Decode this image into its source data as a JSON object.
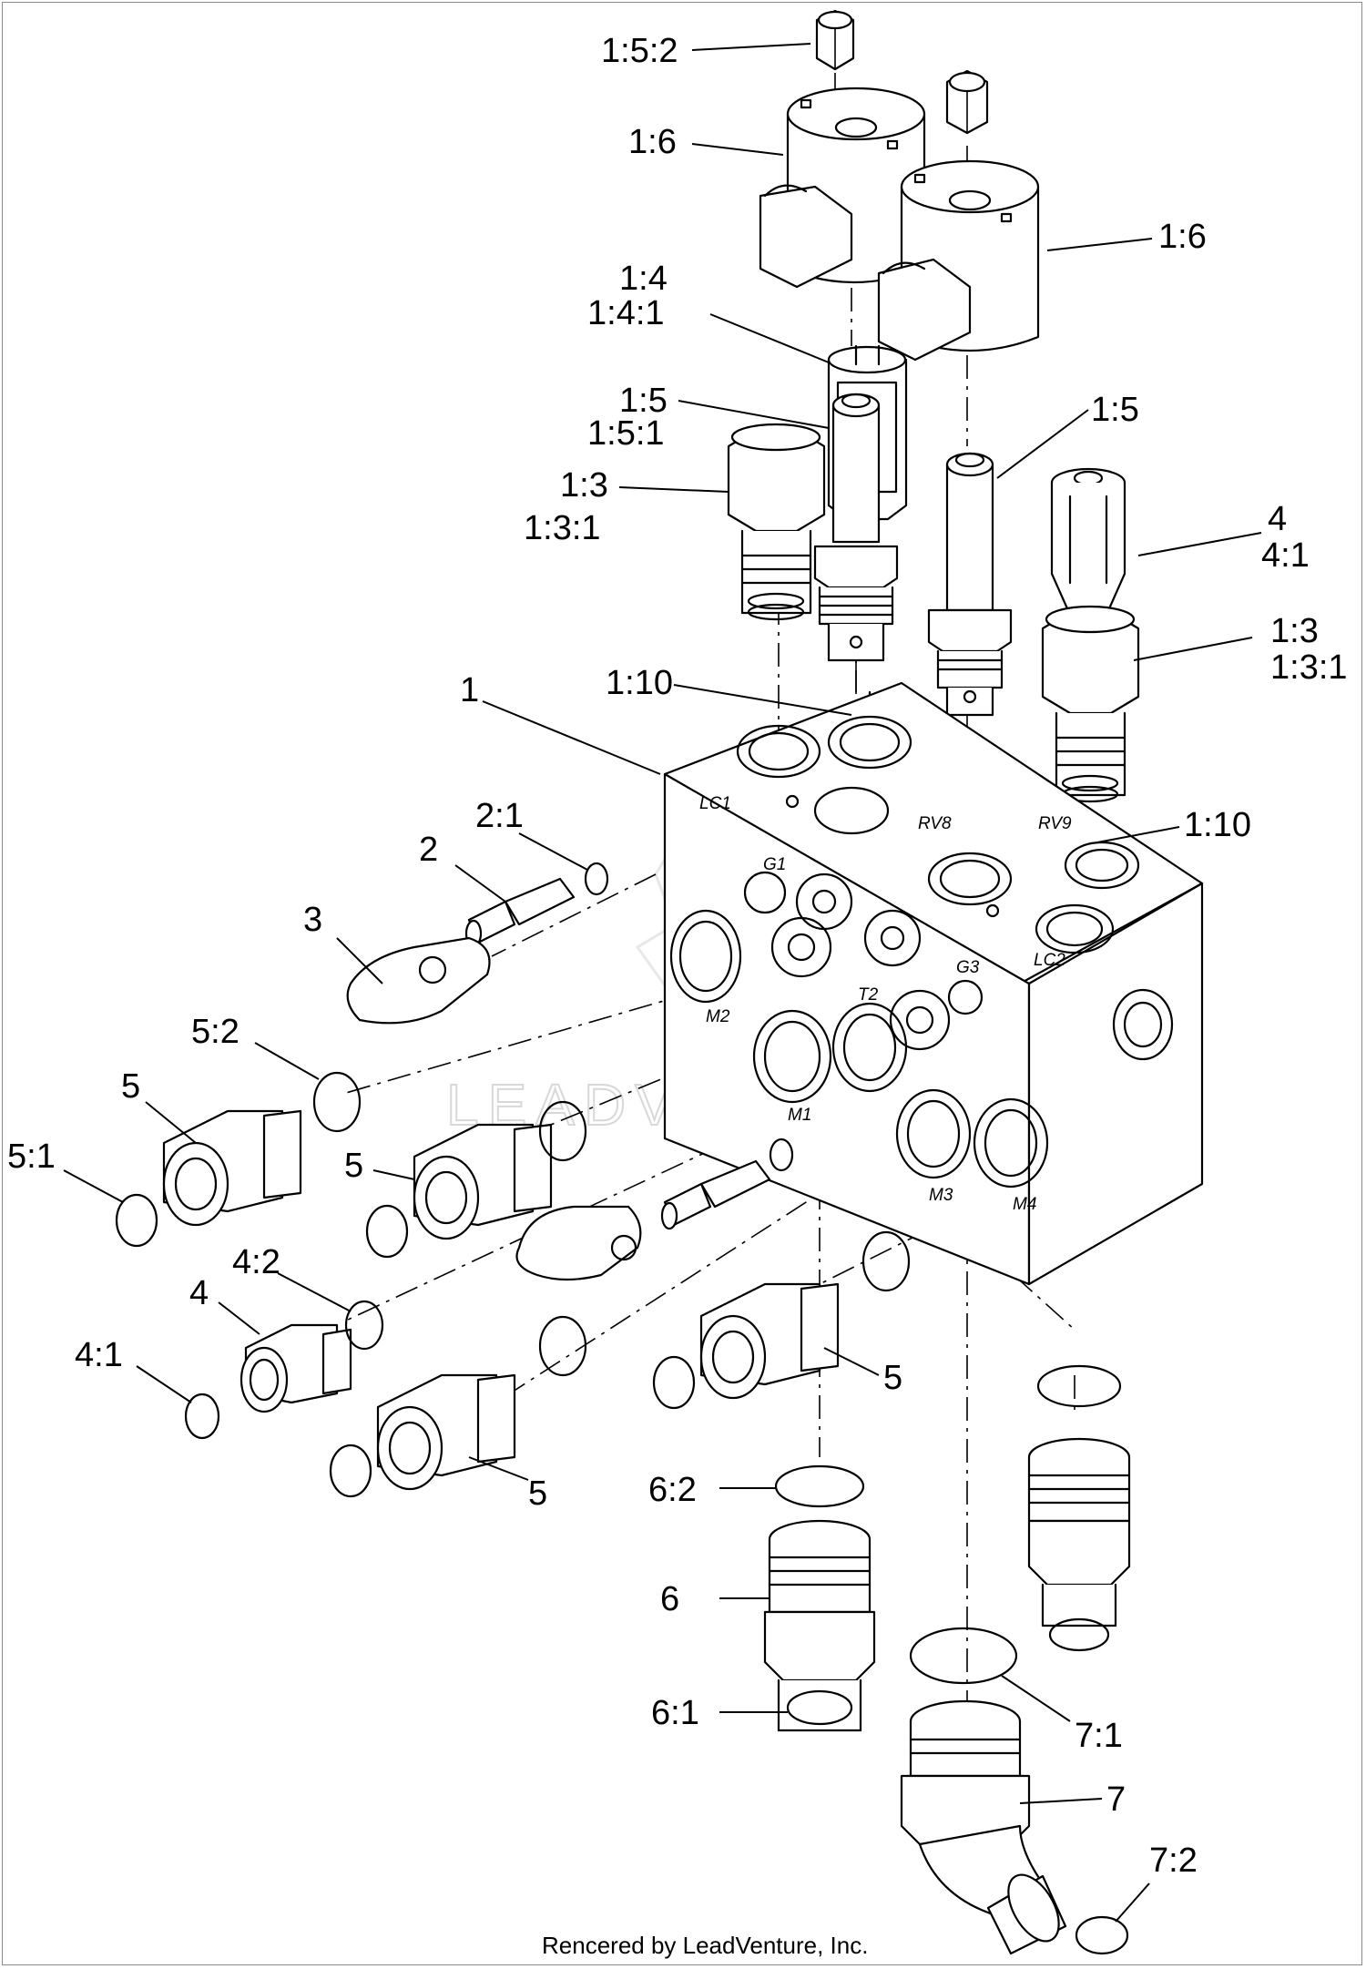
{
  "watermark": "LEADVENTURE",
  "credit": "Rencered by LeadVenture, Inc.",
  "callouts": [
    {
      "id": "c-1-5-2-top",
      "text": "1:5:2"
    },
    {
      "id": "c-1-6-left",
      "text": "1:6"
    },
    {
      "id": "c-1-6-right",
      "text": "1:6"
    },
    {
      "id": "c-1-4",
      "text": "1:4"
    },
    {
      "id": "c-1-4-1",
      "text": "1:4:1"
    },
    {
      "id": "c-1-5-left",
      "text": "1:5"
    },
    {
      "id": "c-1-5-1",
      "text": "1:5:1"
    },
    {
      "id": "c-1-5-right",
      "text": "1:5"
    },
    {
      "id": "c-1-3-left",
      "text": "1:3"
    },
    {
      "id": "c-1-3-1-left",
      "text": "1:3:1"
    },
    {
      "id": "c-4-top",
      "text": "4"
    },
    {
      "id": "c-4-1-top",
      "text": "4:1"
    },
    {
      "id": "c-1-3-right",
      "text": "1:3"
    },
    {
      "id": "c-1-3-1-right",
      "text": "1:3:1"
    },
    {
      "id": "c-1",
      "text": "1"
    },
    {
      "id": "c-1-10-left",
      "text": "1:10"
    },
    {
      "id": "c-1-10-right",
      "text": "1:10"
    },
    {
      "id": "c-2",
      "text": "2"
    },
    {
      "id": "c-2-1",
      "text": "2:1"
    },
    {
      "id": "c-3",
      "text": "3"
    },
    {
      "id": "c-5-2",
      "text": "5:2"
    },
    {
      "id": "c-5-a",
      "text": "5"
    },
    {
      "id": "c-5-1",
      "text": "5:1"
    },
    {
      "id": "c-5-b",
      "text": "5"
    },
    {
      "id": "c-4-2",
      "text": "4:2"
    },
    {
      "id": "c-4-mid",
      "text": "4"
    },
    {
      "id": "c-4-1-mid",
      "text": "4:1"
    },
    {
      "id": "c-5-c",
      "text": "5"
    },
    {
      "id": "c-5-d",
      "text": "5"
    },
    {
      "id": "c-6-2",
      "text": "6:2"
    },
    {
      "id": "c-6",
      "text": "6"
    },
    {
      "id": "c-6-1",
      "text": "6:1"
    },
    {
      "id": "c-7-1",
      "text": "7:1"
    },
    {
      "id": "c-7",
      "text": "7"
    },
    {
      "id": "c-7-2",
      "text": "7:2"
    }
  ],
  "ports": [
    "LC1",
    "RV8",
    "RV9",
    "LC2",
    "G1",
    "G3",
    "T2",
    "M2",
    "M1",
    "M3",
    "M4"
  ]
}
